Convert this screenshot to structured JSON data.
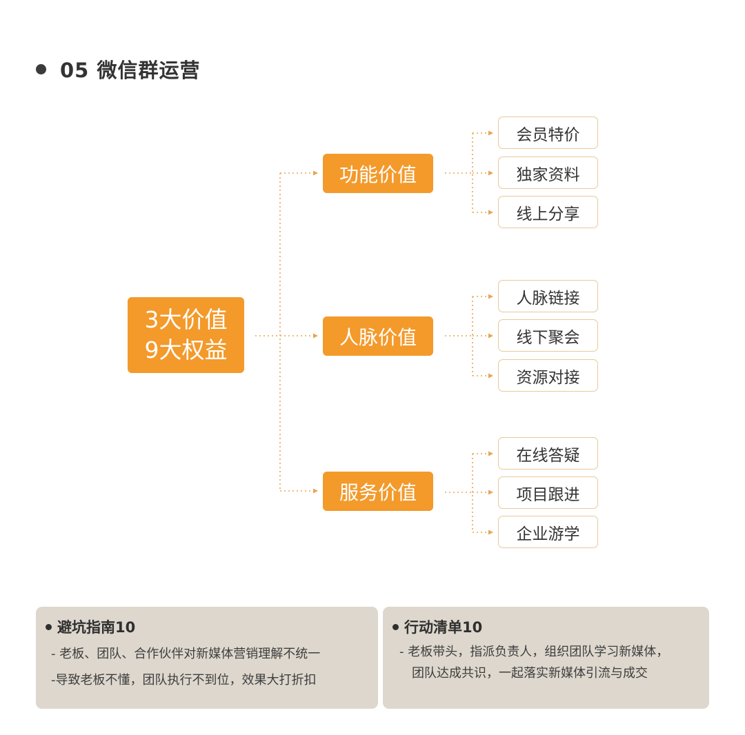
{
  "section": {
    "title": "05 微信群运营"
  },
  "root": {
    "line1": "3大价值",
    "line2": "9大权益"
  },
  "categories": [
    {
      "label": "功能价值",
      "items": [
        "会员特价",
        "独家资料",
        "线上分享"
      ]
    },
    {
      "label": "人脉价值",
      "items": [
        "人脉链接",
        "线下聚会",
        "资源对接"
      ]
    },
    {
      "label": "服务价值",
      "items": [
        "在线答疑",
        "项目跟进",
        "企业游学"
      ]
    }
  ],
  "notes": {
    "pitfalls": {
      "title": "避坑指南10",
      "lines": [
        "- 老板、团队、合作伙伴对新媒体营销理解不统一",
        "-导致老板不懂，团队执行不到位，效果大打折扣"
      ]
    },
    "actions": {
      "title": "行动清单10",
      "lines": [
        "- 老板带头，指派负责人，组织团队学习新媒体，",
        "团队达成共识，一起落实新媒体引流与成交"
      ]
    }
  },
  "colors": {
    "accent": "#f39a2b",
    "leaf_border": "#e8c89a",
    "card_bg": "#ddd7cd",
    "connector": "#e6a552"
  }
}
